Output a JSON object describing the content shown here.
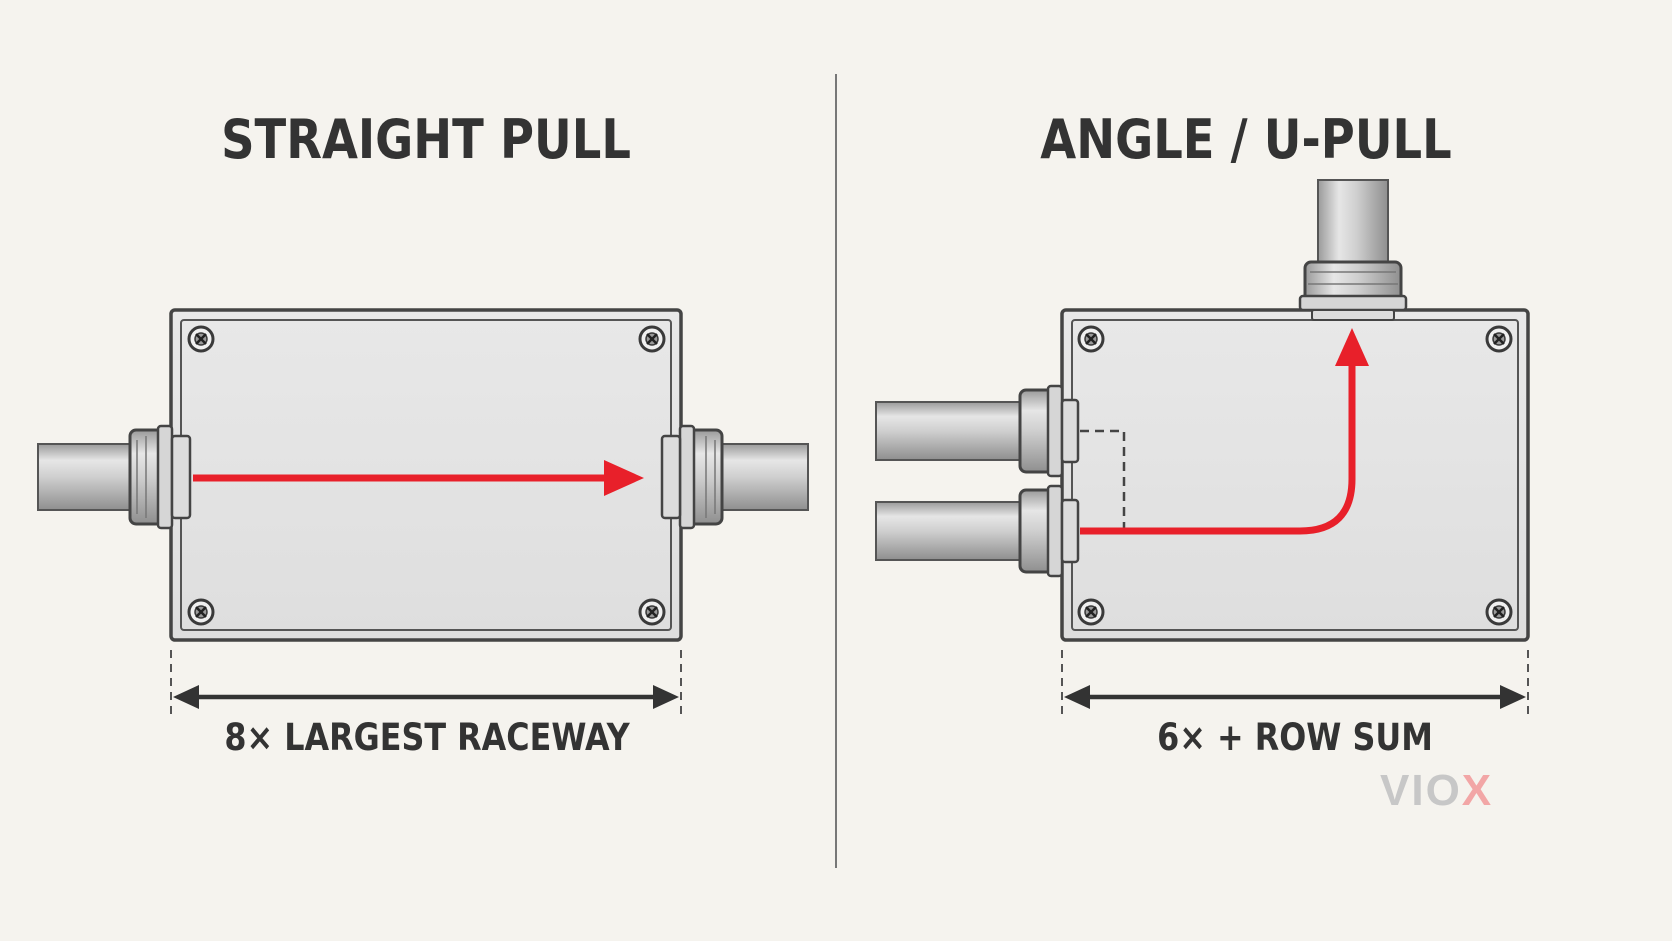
{
  "left_panel": {
    "title": "STRAIGHT PULL",
    "caption": "8× LARGEST RACEWAY"
  },
  "right_panel": {
    "title": "ANGLE / U-PULL",
    "caption": "6× + ROW SUM"
  },
  "logo": {
    "text_main": "VIO",
    "text_accent": "X"
  },
  "colors": {
    "background": "#f5f3ee",
    "box_fill": "#e4e4e4",
    "outline": "#444444",
    "pull_arrow": "#e8202a",
    "dimension": "#333333"
  }
}
